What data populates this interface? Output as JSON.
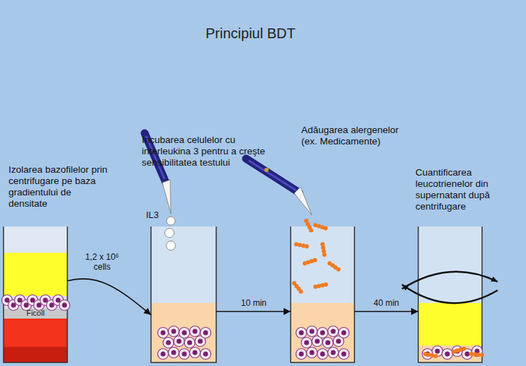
{
  "diagram": {
    "title": "Principiul BDT",
    "nodes": [
      {
        "text": [
          "Izolarea bazofilelor prin centrifugare pe baza gradientului de densitate",
          "Ficoll"
        ]
      },
      {
        "text": [
          "Incubarea celulelor cu interleukina 3 pentru a creşte sensibilitatea testului"
        ]
      },
      {
        "text": [
          "Adăugarea alergenelor (ex. Medicamente)"
        ]
      },
      {
        "text": [
          "Cuantificarea leucotrienelor din supernatant după centrifugare"
        ]
      }
    ],
    "edges": [
      {
        "from": 0,
        "to": 1,
        "arrow": "to",
        "label": "1,2 x 10⁶ cells"
      },
      {
        "from": 1,
        "to": 2,
        "arrow": "to",
        "label": "10 min"
      },
      {
        "from": 2,
        "to": 3,
        "arrow": "to",
        "label": "40 min"
      }
    ],
    "labels": [
      "IL3"
    ]
  }
}
